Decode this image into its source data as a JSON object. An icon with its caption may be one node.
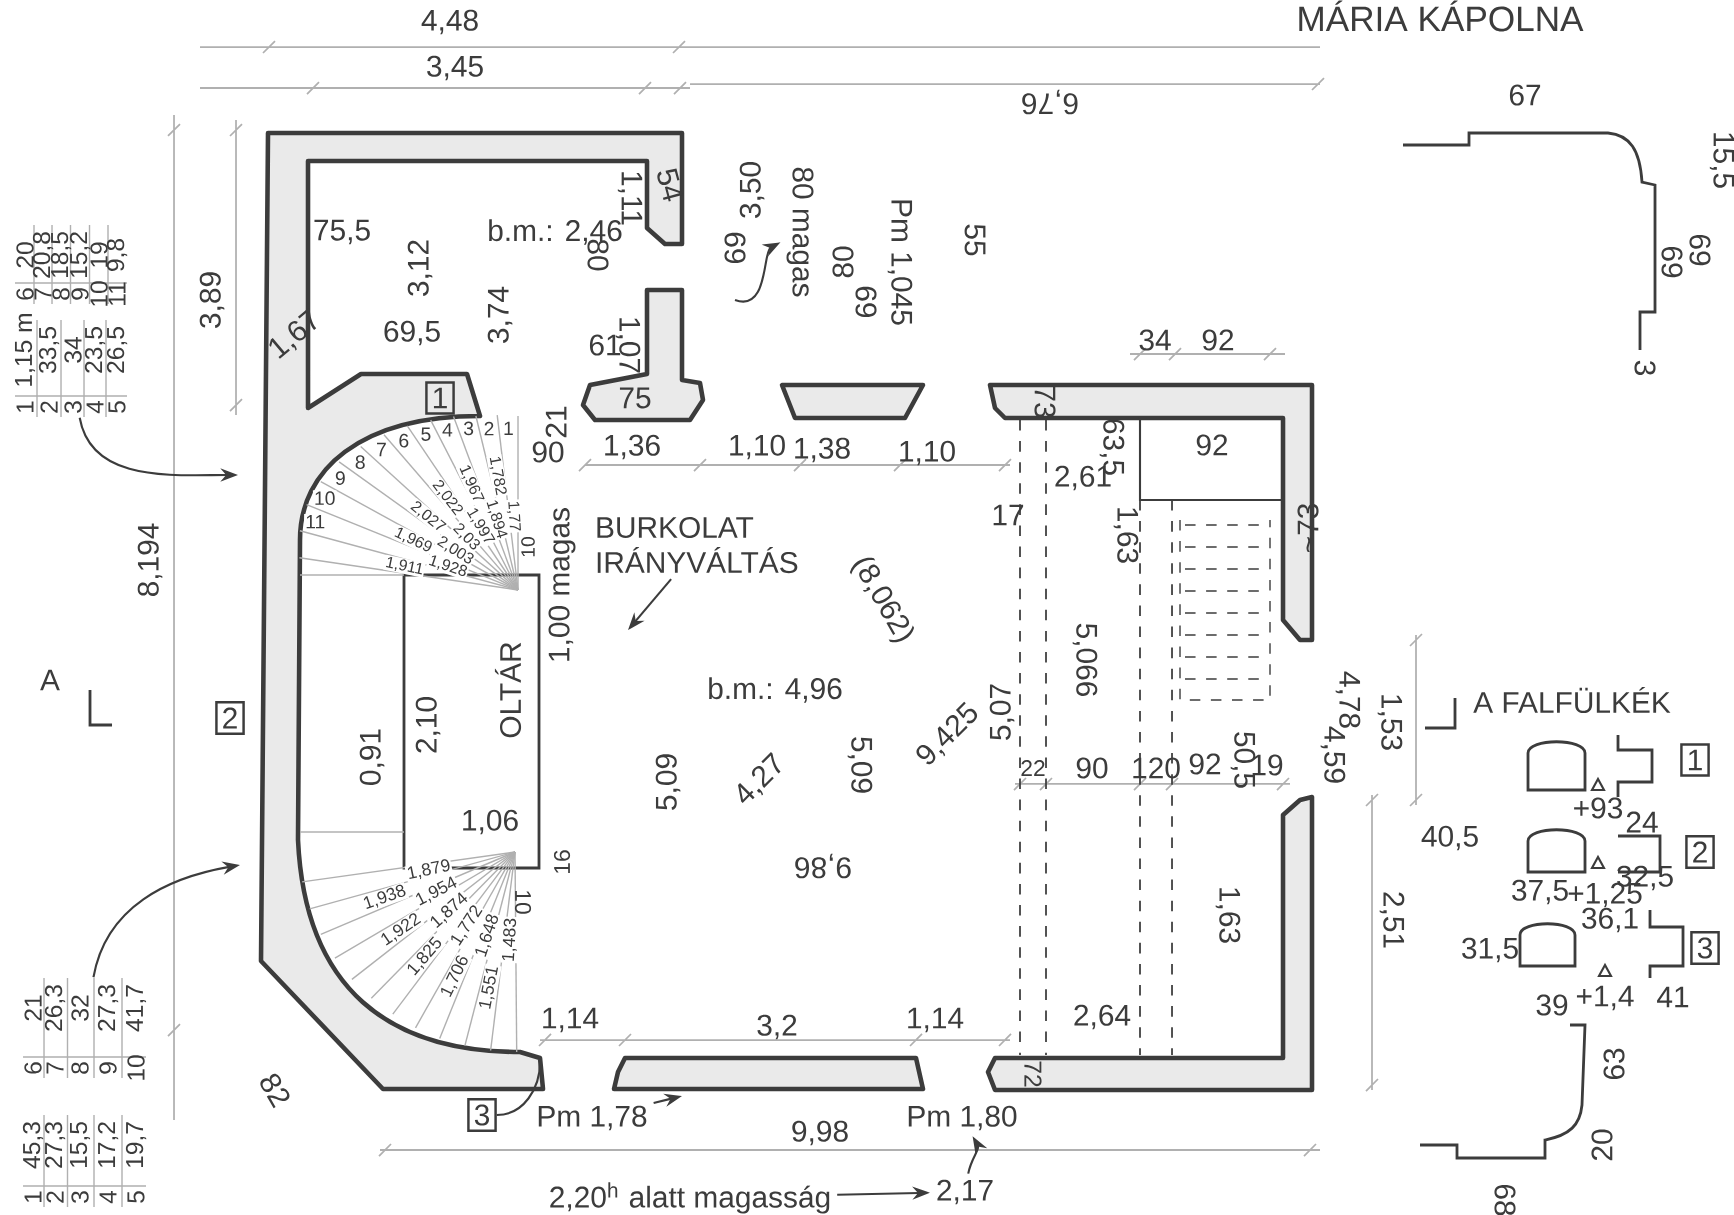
{
  "diagram": {
    "title": "MÁRIA KÁPOLNA",
    "nodes": [
      {
        "text": [
          "6",
          "20",
          "7",
          "20,8",
          "8",
          "18,5",
          "9",
          "15,2",
          "10",
          "19",
          "11",
          "9,8"
        ]
      },
      {
        "text": [
          "1",
          "1,15 m",
          "2",
          "33,5",
          "3",
          "34",
          "4",
          "23,5",
          "5",
          "26,5"
        ]
      },
      {
        "text": [
          "6",
          "21",
          "7",
          "26,3",
          "8",
          "32",
          "9",
          "27,3",
          "10",
          "41,7"
        ]
      },
      {
        "text": [
          "1",
          "45,3",
          "2",
          "27,3",
          "3",
          "15,5",
          "4",
          "17,2",
          "5",
          "19,7"
        ]
      },
      {
        "text": [
          "BURKOLAT IRÁNYVÁLTÁS"
        ]
      },
      {
        "text": [
          "80 magas"
        ]
      },
      {
        "text": [
          "1,00 magas"
        ]
      },
      {
        "text": [
          "1"
        ]
      },
      {
        "text": [
          "2"
        ]
      },
      {
        "text": [
          "3"
        ]
      },
      {
        "text": [
          "Pm 1,78"
        ]
      },
      {
        "text": [
          "Pm 1,80"
        ]
      },
      {
        "text": [
          "2,20$^{h}$ alatt magasság"
        ]
      },
      {
        "text": [
          "2,17"
        ]
      },
      {
        "text": [
          "1"
        ]
      },
      {
        "text": [
          "2"
        ]
      },
      {
        "text": [
          "3"
        ]
      }
    ],
    "edges": [
      {
        "from": 1,
        "to": null,
        "arrow": "to"
      },
      {
        "from": 2,
        "to": null,
        "arrow": "to"
      },
      {
        "from": 4,
        "to": null,
        "arrow": "to"
      },
      {
        "from": null,
        "to": 5,
        "arrow": "to"
      },
      {
        "from": 9,
        "to": null,
        "arrow": "none"
      },
      {
        "from": 10,
        "to": null,
        "arrow": "to"
      },
      {
        "from": 13,
        "to": 11,
        "arrow": "to"
      },
      {
        "from": 12,
        "to": 13,
        "arrow": "to"
      }
    ],
    "labels": [
      "4,48",
      "3,45",
      "6,76",
      "67",
      "1,11",
      "54",
      "3,50",
      "b.m.: 2,46",
      "75,5",
      "80",
      "69",
      "80",
      "69",
      "Pm 1,045",
      "55",
      "15,5",
      "69",
      "69",
      "3,12",
      "3,89",
      "3,74",
      "1,67",
      "69,5",
      "61",
      "1,07",
      "34",
      "92",
      "3",
      "75",
      "21",
      "73",
      "90",
      "1,36",
      "1,10",
      "1,38",
      "1,10",
      "63,5",
      "92",
      "2,61",
      "17",
      "1,63",
      "~73",
      "1",
      "2",
      "3",
      "4",
      "5",
      "6",
      "7",
      "8",
      "9",
      "10",
      "11",
      "1,77",
      "1,782",
      "1,894",
      "1,967",
      "1,997",
      "2,022",
      "2,03",
      "2,027",
      "2,003",
      "1,969",
      "1,928",
      "1,911",
      "10",
      "8,194",
      "A",
      "(8,062)",
      "b.m.: 4,96",
      "5,066",
      "A FALFÜLKÉK",
      "4,78",
      "1,53",
      "OLTÁR",
      "2,10",
      "5,07",
      "9,425",
      "0,91",
      "4,27",
      "5,09",
      "5,09",
      "22",
      "90",
      "120",
      "92",
      "50,5",
      "19",
      "4,59",
      "+93",
      "24",
      "1,06",
      "9,86",
      "40,5",
      "16",
      "10",
      "32,5",
      "37,5",
      "+1,25",
      "1,879",
      "1,938",
      "1,954",
      "1,922",
      "1,874",
      "1,825",
      "1,772",
      "1,706",
      "1,648",
      "1,551",
      "1,483",
      "36,1",
      "2,51",
      "1,63",
      "31,5",
      "39",
      "+1,4",
      "41",
      "1,14",
      "3,2",
      "1,14",
      "2,64",
      "63",
      "72",
      "82",
      "9,98",
      "20",
      "68"
    ]
  }
}
